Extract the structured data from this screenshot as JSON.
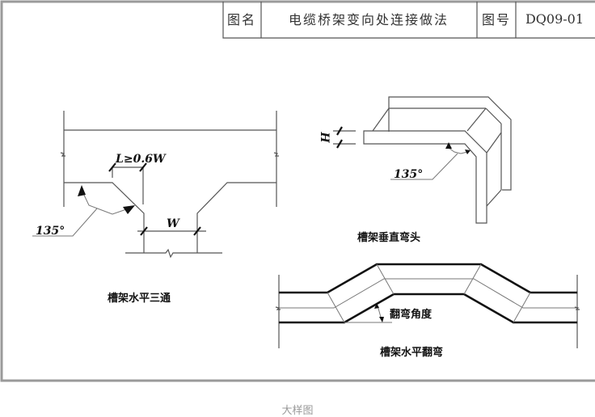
{
  "title_block": {
    "name_label": "图名",
    "name_value": "电缆桥架变向处连接做法",
    "number_label": "图号",
    "number_value": "DQ09-01"
  },
  "details": {
    "horizontal_tee": {
      "caption": "槽架水平三通",
      "length_dim": "L≥0.6W",
      "width_dim": "W",
      "angle": "135°"
    },
    "vertical_bend": {
      "caption": "槽架垂直弯头",
      "height_dim": "H",
      "angle": "135°"
    },
    "horizontal_bend": {
      "caption": "槽架水平翻弯",
      "angle_label": "翻弯角度"
    }
  },
  "figure_caption": "大样图"
}
